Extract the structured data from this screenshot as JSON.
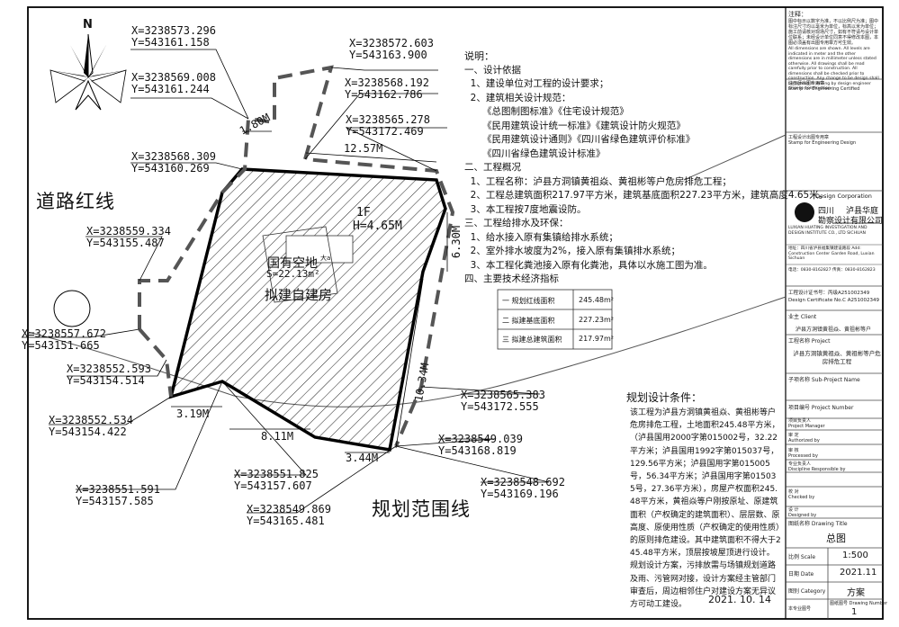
{
  "north_label": "N",
  "coords": {
    "c1": {
      "x": "X=3238573.296",
      "y": "Y=543161.158"
    },
    "c2": {
      "x": "X=3238572.603",
      "y": "Y=543163.900"
    },
    "c3": {
      "x": "X=3238569.008",
      "y": "Y=543161.244"
    },
    "c4": {
      "x": "X=3238568.192",
      "y": "Y=543162.786"
    },
    "c5": {
      "x": "X=3238565.278",
      "y": "Y=543172.469"
    },
    "c6": {
      "x": "X=3238568.309",
      "y": "Y=543160.269"
    },
    "c7": {
      "x": "X=3238559.334",
      "y": "Y=543155.487"
    },
    "c8": {
      "x": "X=3238557.672",
      "y": "Y=543151.665"
    },
    "c9": {
      "x": "X=3238552.593",
      "y": "Y=543154.514"
    },
    "c10": {
      "x": "X=3238552.534",
      "y": "Y=543154.422"
    },
    "c11": {
      "x": "X=3238551.825",
      "y": "Y=543157.607"
    },
    "c12": {
      "x": "X=3238551.591",
      "y": "Y=543157.585"
    },
    "c13": {
      "x": "X=3238549.869",
      "y": "Y=543165.481"
    },
    "c14": {
      "x": "X=3238565.383",
      "y": "Y=543172.555"
    },
    "c15": {
      "x": "X=3238549.039",
      "y": "Y=543168.819"
    },
    "c16": {
      "x": "X=3238548.692",
      "y": "Y=543169.196"
    }
  },
  "dims": {
    "d1": "1.80M",
    "d2": "12.57M",
    "d3": "6.30M",
    "d4": "10.34M",
    "d5": "3.19M",
    "d6": "8.11M",
    "d7": "3.44M"
  },
  "labels": {
    "road_red_line": "道路红线",
    "planning_boundary": "规划范围线",
    "floor": "1F",
    "height": "H=4.65M",
    "land_label": "国有空地",
    "land_mark": "大a",
    "land_area": "S=22.13m²",
    "proposed": "拟建自建房"
  },
  "notes": {
    "title": "说明：",
    "lines": [
      "一、设计依据",
      "  1、建设单位对工程的设计要求；",
      "  2、建筑相关设计规范：",
      "      《总图制图标准》《住宅设计规范》",
      "      《民用建筑设计统一标准》《建筑设计防火规范》",
      "      《民用建筑设计通则》《四川省绿色建筑评价标准》",
      "      《四川省绿色建筑设计标准》",
      "二、工程概况",
      "  1、工程名称：泸县方洞镇黄祖焱、黄祖彬等户危房排危工程；",
      "  2、工程总建筑面积217.97平方米，建筑基底面积227.23平方米，建筑高度4.65米。",
      "  3、本工程按7度地震设防。",
      "三、工程给排水及环保：",
      "  1、给水接入原有集镇给排水系统；",
      "  2、室外排水坡度为2%，接入原有集镇排水系统；",
      "  3、本工程化粪池接入原有化粪池，具体以水施工图为准。",
      "四、主要技术经济指标"
    ]
  },
  "tech_table": [
    {
      "label": "一 规划红线面积",
      "value": "245.48m²"
    },
    {
      "label": "二 拟建基底面积",
      "value": "227.23m²"
    },
    {
      "label": "三 拟建总建筑面积",
      "value": "217.97m²"
    }
  ],
  "planning": {
    "title": "规划设计条件：",
    "body": "    该工程为泸县方洞镇黄祖焱、黄祖彬等户危房排危工程，土地面积245.48平方米，（泸县国用2000字第015002号，32.22平方米；泸县国用1992字第015037号，129.56平方米；泸县国用字第015005号，56.34平方米；泸县国用字第015035号，27.36平方米），房屋产权面积245.48平方米，黄祖焱等户刚按原址、原建筑面积（产权确定的建筑面积）、层层数、原高度、原使用性质（产权确定的使用性质）的原则排危建设。其中建筑面积不得大于245.48平方米，顶层按坡屋顶进行设计。规划设计方案，污排放需与场镇规划道路及雨、污管网对接，设计方案经主管部门审查后，周边相邻住户对建设方案无异议方可动工建设。",
    "date": "2021. 10. 14"
  },
  "title_block": {
    "note_title": "注释：",
    "note_cn": "图中标示以数字为准，不以比例尺为准；图中标注尺寸均以毫米为单位，标高以米为单位；施工前请核对现场尺寸，如有不符请与设计单位联系；未经设计单位同意不得修改本图，本图必须盖有出图专用章方可生效。",
    "note_en": "All dimensions are shown. All levels are indicated in meter and the other dimensions are in millimeter unless stated otherwise. All drawings shall be read carefully prior to construction. All dimensions shall be checked prior to construction. Any change to be design shall be agreed in writing by design engineer prior to construction.",
    "stamp1_cn": "注册师出图专用章",
    "stamp1_en": "Stamp for Engineering Certified",
    "stamp2_cn": "工程设计出图专用章",
    "stamp2_en": "Stamp for Engineering Design",
    "corp_en": "Design Corporation",
    "corp_cn1": "四川",
    "corp_cn2": "泸县华庭",
    "corp_cn3": "勘察设计有限公司",
    "corp_full_en": "LUXIAN HUATING INVESTIGATION AND DESIGN INSTITUTE CO., LTD SICHUAN",
    "address": "地址：四川省泸县福集镇建设路段 Add: Construction Center Garden Road, Luxian Sichuan",
    "tel": "电话：0830-8162827  传真：0830-8162823",
    "cert_cn": "工程设计证书号：丙级A251002349",
    "cert_en": "Design Certificate No.C A251002349",
    "client_label": "业主 Client",
    "client_value": "泸县方洞镇黄祖焱、黄祖彬等户",
    "project_label": "工程名称 Project",
    "project_value": "泸县方洞镇黄祖焱、黄祖彬等户危房排危工程",
    "subproject_label": "子项名称 Sub-Project Name",
    "projnum_label": "项目编号 Project Number",
    "roles": [
      {
        "cn": "项目负责人",
        "en": "Project Manager"
      },
      {
        "cn": "审 定",
        "en": "Authorized by"
      },
      {
        "cn": "审 核",
        "en": "Processed by"
      },
      {
        "cn": "专业负责人",
        "en": "Discipline Responsible by"
      },
      {
        "cn": "校 对",
        "en": "Checked by"
      },
      {
        "cn": "设 计",
        "en": "Designed by"
      }
    ],
    "drawing_title_label": "图纸名称 Drawing Title",
    "drawing_title_value": "总图",
    "scale_label": "比例 Scale",
    "scale_value": "1:500",
    "date_label": "日期 Date",
    "date_value": "2021.11",
    "category_label": "图别 Category",
    "category_value": "方案",
    "drawno_cn": "本专业图号",
    "drawno_label": "图纸图号 Drawing Number",
    "drawno_value": "1"
  }
}
